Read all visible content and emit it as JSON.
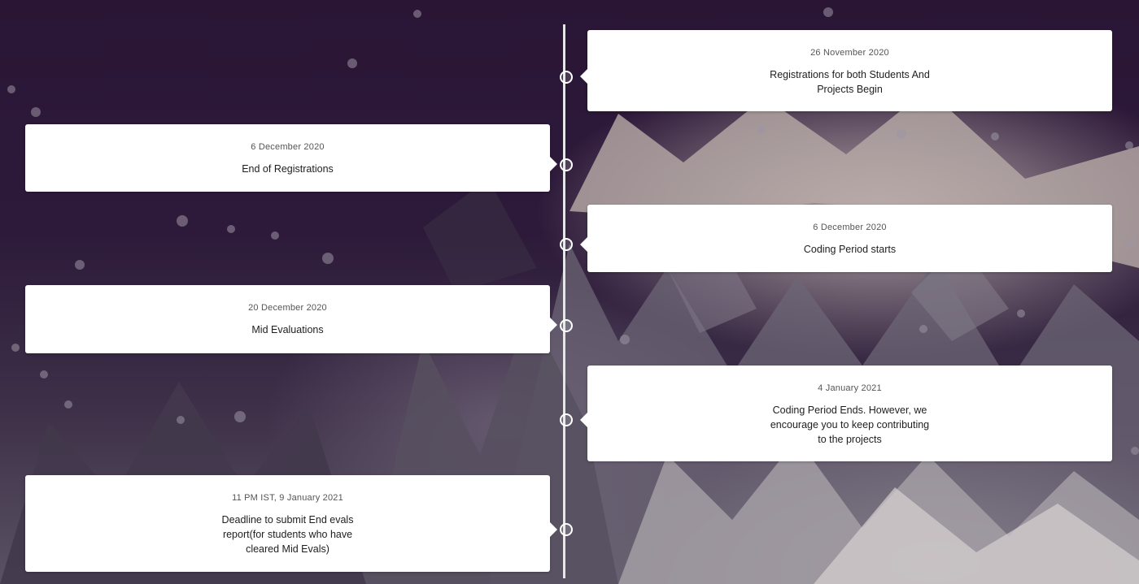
{
  "timeline": {
    "events": [
      {
        "date": "26 November 2020",
        "description": "Registrations for both Students And Projects Begin"
      },
      {
        "date": "6 December 2020",
        "description": "End of Registrations"
      },
      {
        "date": "6 December 2020",
        "description": "Coding Period starts"
      },
      {
        "date": "20 December 2020",
        "description": "Mid Evaluations"
      },
      {
        "date": "4 January 2021",
        "description": "Coding Period Ends. However, we encourage you to keep contributing to the projects"
      },
      {
        "date": "11 PM IST, 9 January 2021",
        "description": "Deadline to submit End evals report(for students who have cleared Mid Evals)"
      }
    ]
  }
}
